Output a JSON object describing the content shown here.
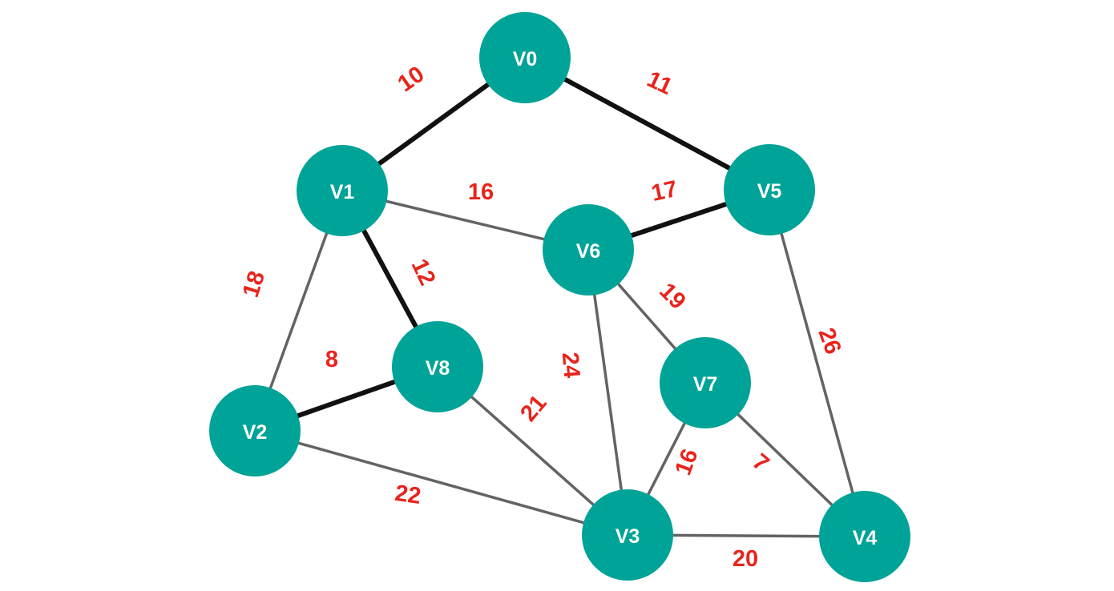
{
  "colors": {
    "node_fill": "#00a397",
    "node_text": "#ffffff",
    "weight_text": "#e8241c",
    "edge_default": "#636363",
    "edge_highlight": "#111111"
  },
  "nodes": [
    {
      "id": "V0",
      "label": "V0"
    },
    {
      "id": "V1",
      "label": "V1"
    },
    {
      "id": "V2",
      "label": "V2"
    },
    {
      "id": "V3",
      "label": "V3"
    },
    {
      "id": "V4",
      "label": "V4"
    },
    {
      "id": "V5",
      "label": "V5"
    },
    {
      "id": "V6",
      "label": "V6"
    },
    {
      "id": "V7",
      "label": "V7"
    },
    {
      "id": "V8",
      "label": "V8"
    }
  ],
  "edges": [
    {
      "from": "V0",
      "to": "V1",
      "weight": "10",
      "highlighted": true
    },
    {
      "from": "V0",
      "to": "V5",
      "weight": "11",
      "highlighted": true
    },
    {
      "from": "V1",
      "to": "V6",
      "weight": "16",
      "highlighted": false
    },
    {
      "from": "V5",
      "to": "V6",
      "weight": "17",
      "highlighted": true
    },
    {
      "from": "V1",
      "to": "V8",
      "weight": "12",
      "highlighted": true
    },
    {
      "from": "V1",
      "to": "V2",
      "weight": "18",
      "highlighted": false
    },
    {
      "from": "V2",
      "to": "V8",
      "weight": "8",
      "highlighted": true
    },
    {
      "from": "V6",
      "to": "V7",
      "weight": "19",
      "highlighted": false
    },
    {
      "from": "V6",
      "to": "V3",
      "weight": "24",
      "highlighted": false
    },
    {
      "from": "V5",
      "to": "V4",
      "weight": "26",
      "highlighted": false
    },
    {
      "from": "V8",
      "to": "V3",
      "weight": "21",
      "highlighted": false
    },
    {
      "from": "V7",
      "to": "V3",
      "weight": "16",
      "highlighted": false
    },
    {
      "from": "V7",
      "to": "V4",
      "weight": "7",
      "highlighted": false
    },
    {
      "from": "V2",
      "to": "V3",
      "weight": "22",
      "highlighted": false
    },
    {
      "from": "V3",
      "to": "V4",
      "weight": "20",
      "highlighted": false
    }
  ]
}
